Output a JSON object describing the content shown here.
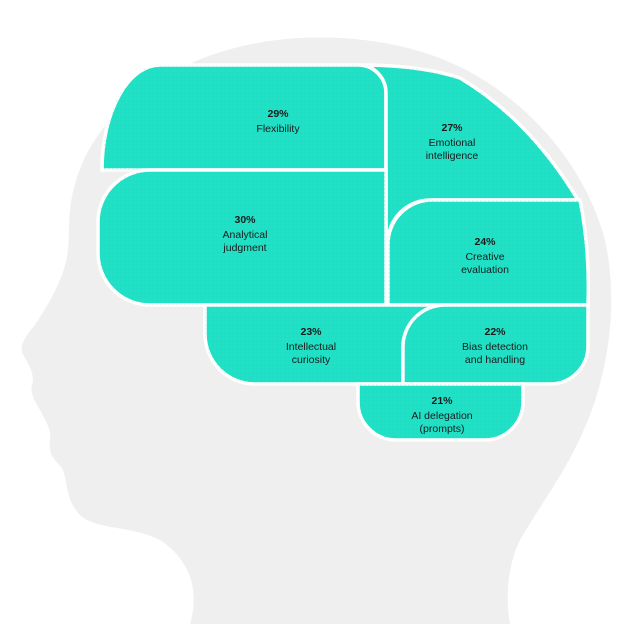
{
  "colors": {
    "region_fill": "#20e0c6",
    "head_fill": "#efefef",
    "text": "#1b1b1b"
  },
  "regions": [
    {
      "id": "flexibility",
      "pct": "29%",
      "lines": [
        "Flexibility"
      ]
    },
    {
      "id": "emotional-intelligence",
      "pct": "27%",
      "lines": [
        "Emotional",
        "intelligence"
      ]
    },
    {
      "id": "analytical-judgment",
      "pct": "30%",
      "lines": [
        "Analytical",
        "judgment"
      ]
    },
    {
      "id": "creative-evaluation",
      "pct": "24%",
      "lines": [
        "Creative",
        "evaluation"
      ]
    },
    {
      "id": "intellectual-curiosity",
      "pct": "23%",
      "lines": [
        "Intellectual",
        "curiosity"
      ]
    },
    {
      "id": "bias-detection",
      "pct": "22%",
      "lines": [
        "Bias detection",
        "and handling"
      ]
    },
    {
      "id": "ai-delegation",
      "pct": "21%",
      "lines": [
        "AI delegation",
        "(prompts)"
      ]
    }
  ]
}
